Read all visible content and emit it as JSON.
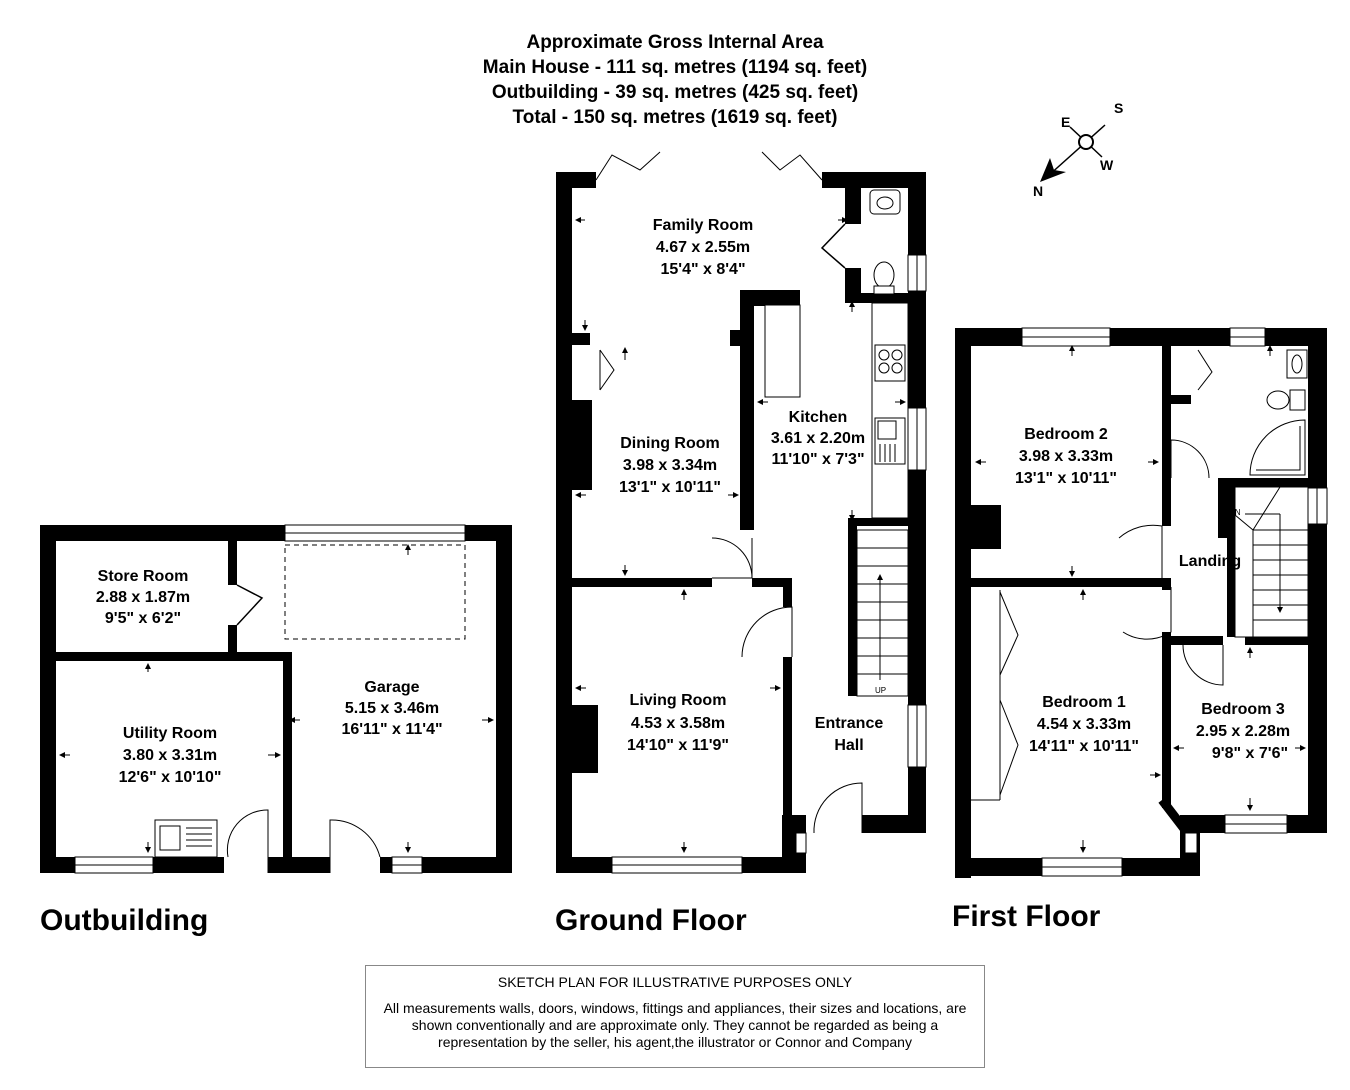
{
  "header": {
    "line1": "Approximate Gross Internal Area",
    "line2": "Main House - 111 sq. metres (1194 sq. feet)",
    "line3": "Outbuilding - 39 sq. metres (425 sq. feet)",
    "line4": "Total - 150 sq. metres (1619 sq. feet)"
  },
  "compass": {
    "n": "N",
    "e": "E",
    "s": "S",
    "w": "W"
  },
  "sections": {
    "outbuilding": "Outbuilding",
    "ground": "Ground Floor",
    "first": "First Floor"
  },
  "rooms": {
    "store": {
      "name": "Store Room",
      "metric": "2.88 x 1.87m",
      "imperial": "9'5\" x 6'2\""
    },
    "utility": {
      "name": "Utility Room",
      "metric": "3.80 x 3.31m",
      "imperial": "12'6\" x 10'10\""
    },
    "garage": {
      "name": "Garage",
      "metric": "5.15 x 3.46m",
      "imperial": "16'11\" x 11'4\""
    },
    "family": {
      "name": "Family Room",
      "metric": "4.67 x 2.55m",
      "imperial": "15'4\" x 8'4\""
    },
    "dining": {
      "name": "Dining Room",
      "metric": "3.98 x 3.34m",
      "imperial": "13'1\" x 10'11\""
    },
    "kitchen": {
      "name": "Kitchen",
      "metric": "3.61 x 2.20m",
      "imperial": "11'10\" x 7'3\""
    },
    "living": {
      "name": "Living Room",
      "metric": "4.53 x 3.58m",
      "imperial": "14'10\" x 11'9\""
    },
    "entrance": {
      "name1": "Entrance",
      "name2": "Hall"
    },
    "bed2": {
      "name": "Bedroom 2",
      "metric": "3.98 x 3.33m",
      "imperial": "13'1\" x 10'11\""
    },
    "landing": {
      "name": "Landing"
    },
    "bed1": {
      "name": "Bedroom 1",
      "metric": "4.54 x 3.33m",
      "imperial": "14'11\" x 10'11\""
    },
    "bed3": {
      "name": "Bedroom 3",
      "metric": "2.95 x 2.28m",
      "imperial": "9'8\" x 7'6\""
    }
  },
  "stairs": {
    "up": "UP",
    "dn": "DN"
  },
  "disclaimer": {
    "title": "SKETCH PLAN FOR ILLUSTRATIVE PURPOSES ONLY",
    "body": "All measurements walls, doors, windows, fittings and appliances, their sizes and locations, are shown conventionally and are approximate only. They cannot be regarded as being a representation by the seller, his agent,the illustrator or Connor and Company"
  }
}
